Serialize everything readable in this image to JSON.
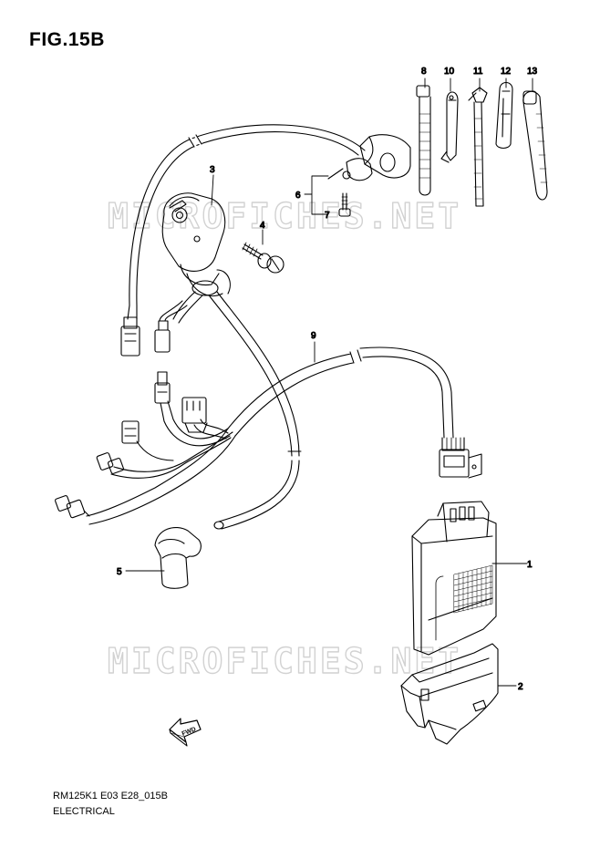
{
  "figure": {
    "title": "FIG.15B",
    "watermark": "MICROFICHES.NET",
    "code": "RM125K1 E03 E28_015B",
    "section": "ELECTRICAL",
    "direction_label": "FWD"
  },
  "parts": [
    {
      "id": "1"
    },
    {
      "id": "2"
    },
    {
      "id": "3"
    },
    {
      "id": "4"
    },
    {
      "id": "5"
    },
    {
      "id": "6"
    },
    {
      "id": "7"
    },
    {
      "id": "8"
    },
    {
      "id": "9"
    },
    {
      "id": "10"
    },
    {
      "id": "11"
    },
    {
      "id": "12"
    },
    {
      "id": "13"
    }
  ]
}
